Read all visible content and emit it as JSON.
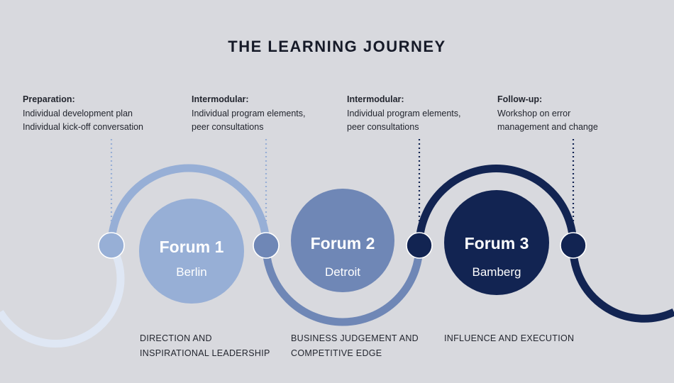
{
  "title": "THE LEARNING JOURNEY",
  "phases": [
    {
      "heading": "Preparation:",
      "lines": [
        "Individual development plan",
        "Individual kick-off conversation"
      ]
    },
    {
      "heading": "Intermodular:",
      "lines": [
        "Individual program elements,",
        "peer consultations"
      ]
    },
    {
      "heading": "Intermodular:",
      "lines": [
        "Individual program elements,",
        "peer consultations"
      ]
    },
    {
      "heading": "Follow-up:",
      "lines": [
        "Workshop on error",
        "management and change"
      ]
    }
  ],
  "forums": [
    {
      "name": "Forum 1",
      "city": "Berlin",
      "color": "#97afd6"
    },
    {
      "name": "Forum 2",
      "city": "Detroit",
      "color": "#6f87b6"
    },
    {
      "name": "Forum 3",
      "city": "Bamberg",
      "color": "#122452"
    }
  ],
  "themes": [
    {
      "lines": [
        "DIRECTION AND",
        "INSPIRATIONAL LEADERSHIP"
      ]
    },
    {
      "lines": [
        "BUSINESS JUDGEMENT AND",
        "COMPETITIVE EDGE"
      ]
    },
    {
      "lines": [
        "INFLUENCE AND EXECUTION"
      ]
    }
  ],
  "colors": {
    "light": "#dfe7f4",
    "mid_light": "#97afd6",
    "mid": "#6f87b6",
    "dark": "#122452",
    "background": "#d8d9de"
  }
}
